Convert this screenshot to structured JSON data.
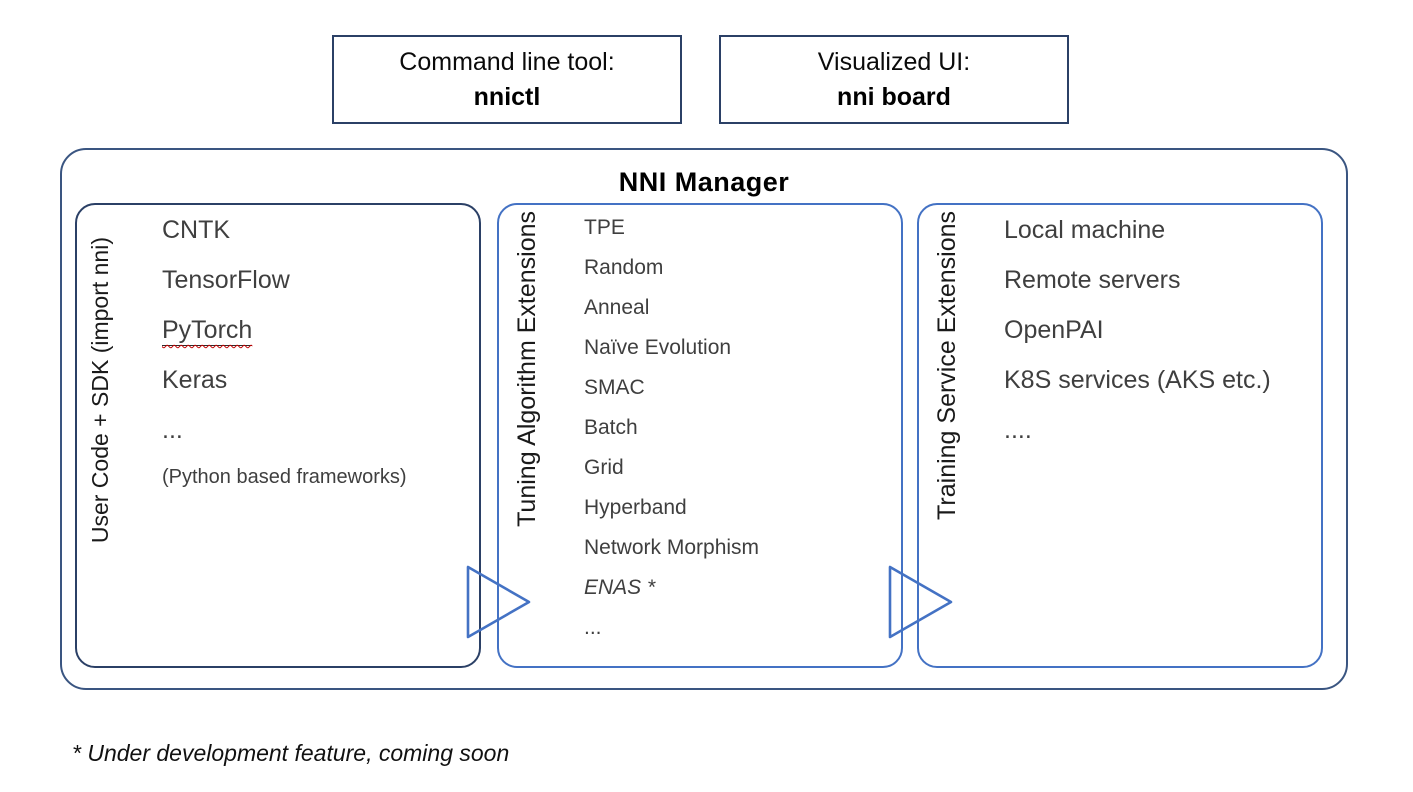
{
  "top_boxes": [
    {
      "label": "Command line tool:",
      "value": "nnictl"
    },
    {
      "label": "Visualized UI:",
      "value": "nni board"
    }
  ],
  "manager": {
    "title": "NNI Manager",
    "columns": [
      {
        "side_label": "User Code + SDK (import nni)",
        "items": [
          "CNTK",
          "TensorFlow",
          "PyTorch",
          "Keras",
          "..."
        ],
        "note": "(Python based frameworks)"
      },
      {
        "side_label": "Tuning Algorithm Extensions",
        "items": [
          "TPE",
          "Random",
          "Anneal",
          "Naïve Evolution",
          "SMAC",
          "Batch",
          "Grid",
          "Hyperband",
          "Network Morphism",
          "ENAS *",
          "..."
        ]
      },
      {
        "side_label": "Training Service Extensions",
        "items": [
          "Local machine",
          "Remote servers",
          "OpenPAI",
          "K8S services (AKS etc.)",
          "...."
        ]
      }
    ]
  },
  "item_styles": {
    "PyTorch": "spellcheck",
    "ENAS *": "italic"
  },
  "footnote": "* Under development feature, coming soon",
  "colors": {
    "dark_border": "#2B4066",
    "outer_border": "#3A5581",
    "accent_border": "#4472C4",
    "item_text": "#3F3F3F",
    "spellcheck_underline": "#C00000"
  }
}
